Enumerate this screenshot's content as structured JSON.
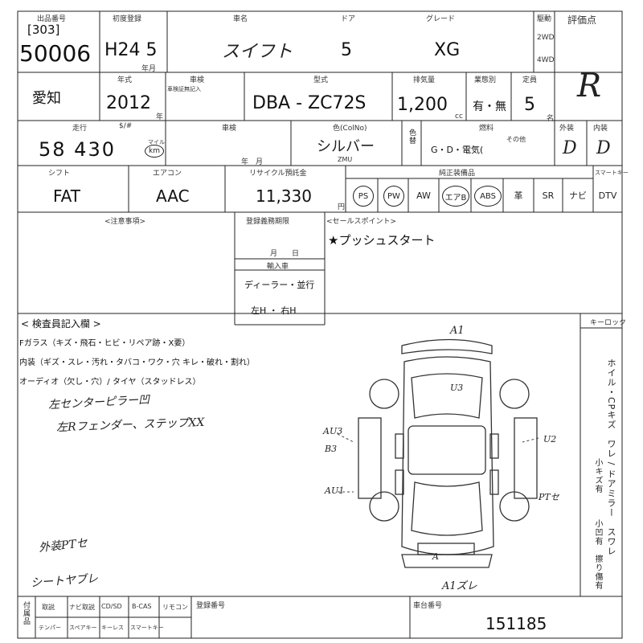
{
  "header": {
    "exhibit_label": "出品番号",
    "lot_code": "[303]",
    "lot_number": "50006",
    "first_reg_label": "初度登録",
    "first_reg": "H24 5",
    "month_label": "年月",
    "car_name_label": "車名",
    "car_name": "スイフト",
    "door_label": "ドア",
    "doors": "5",
    "grade_label": "グレード",
    "grade": "XG",
    "drive_label": "駆動",
    "drive_2wd": "2WD",
    "drive_4wd": "4WD",
    "score_label": "評価点",
    "score": "R"
  },
  "row2": {
    "region": "愛知",
    "model_year_label": "年式",
    "model_year": "2012",
    "year_unit": "年",
    "inspection_label": "車検",
    "inspection_note": "車検証無記入",
    "model_label": "型式",
    "model": "DBA - ZC72S",
    "displacement_label": "排気量",
    "displacement": "1,200",
    "cc_unit": "cc",
    "usage_label": "業態別",
    "usage": "有・無",
    "capacity_label": "定員",
    "capacity": "5",
    "capacity_unit": "名"
  },
  "row3": {
    "mileage_label": "走行",
    "mileage": "58 430",
    "mileage_unit": "km",
    "mileage_unit_top": "マイル",
    "reading_label": "$/#",
    "vehicle_check_label": "車検",
    "vehicle_check_unit": "年　月",
    "color_label": "色(ColNo)",
    "color": "シルバー",
    "color_code": "ZMU",
    "color_change_label": "色替",
    "fuel_label": "燃料",
    "fuel_options": "G・D・電気(",
    "fuel_other": "その他",
    "exterior_label": "外装",
    "exterior": "D",
    "interior_label": "内装",
    "interior": "D"
  },
  "row4": {
    "shift_label": "シフト",
    "shift": "FAT",
    "aircon_label": "エアコン",
    "aircon": "AAC",
    "recycle_label": "リサイクル預託金",
    "recycle_fee": "11,330",
    "yen": "円",
    "equipment_label": "純正装備品",
    "equipment": [
      "PS",
      "PW",
      "AW",
      "エアB",
      "ABS",
      "革",
      "SR",
      "ナビ"
    ],
    "equipment_circled": [
      "PS",
      "PW",
      "エアB",
      "ABS"
    ],
    "keyless_label": "スマートキー",
    "dtv": "DTV"
  },
  "notes": {
    "caution_label": "<注意事項>",
    "registration_label": "登録義務期限",
    "month_day": "月　　日",
    "import_label": "輸入車",
    "dealer": "ディーラー・並行",
    "steering": "左H ・ 右H",
    "sales_points_label": "<セールスポイント>",
    "sales_point": "★プッシュスタート"
  },
  "inspector": {
    "title": "< 検査員記入欄 >",
    "line1": "Fガラス（キズ・飛石・ヒビ・リペア跡・X要）",
    "line2": "内装（ギズ・スレ・汚れ・タバコ・ワク・穴 キレ・破れ・割れ）",
    "line3": "オーディオ（欠し・穴）/ タイヤ（スタッドレス）",
    "hand1": "左センターピラー凹",
    "hand2": "左Rフェンダー、ステップXX",
    "hand3": "外装PTセ",
    "hand4": "シートヤブレ",
    "keylock_label": "キーロック",
    "wheel_side": "ホイル・CPキズ　ワレ / ドアミラー　スワレ",
    "small_scratch": "小キズ有",
    "small_dent": "小凹有",
    "scratch": "擦り傷有"
  },
  "diagram_marks": {
    "front": "A1",
    "front_top": "U3",
    "left_u3": "AU3",
    "left_b3": "B3",
    "left_au1": "AU1",
    "right_u2": "U2",
    "right_pt": "PTセ",
    "rear_a1": "A1ズレ",
    "rear_a": "A"
  },
  "footer": {
    "accessory_label": "付属品",
    "items_top": [
      "取説",
      "ナビ取説",
      "CD/SD",
      "B-CAS",
      "リモコン"
    ],
    "items_bottom": [
      "テンパー",
      "スペアキー",
      "キーレス",
      "スマートキー"
    ],
    "reg_number_label": "登録番号",
    "chassis_label": "車台番号",
    "chassis_number": "151185"
  }
}
